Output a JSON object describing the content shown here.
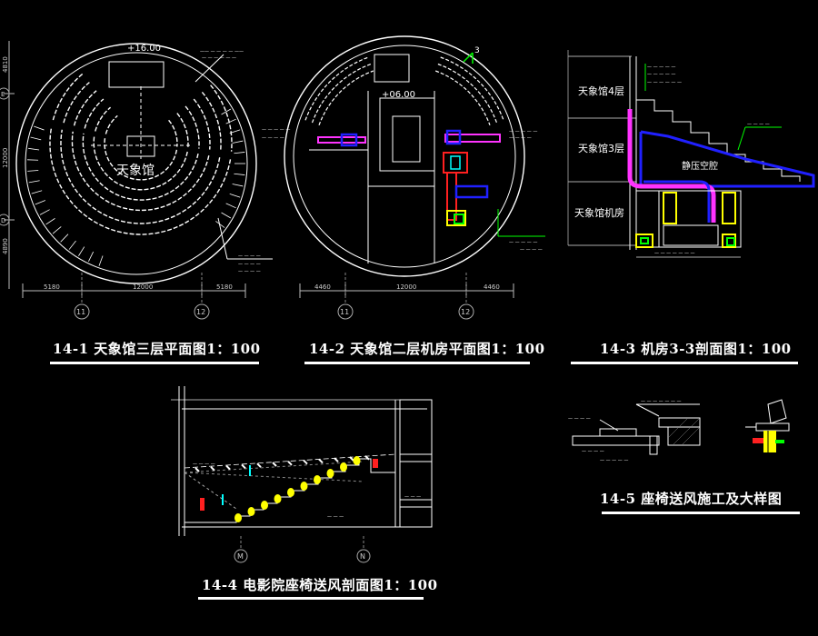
{
  "colors": {
    "background": "#000000",
    "line": "#ffffff",
    "grid": "#bfbfbf",
    "duct_magenta": "#ff33ff",
    "duct_blue": "#2020ff",
    "duct_yellow": "#ffff00",
    "duct_cyan": "#00ffff",
    "leader_green": "#00ff00",
    "red": "#ff2020"
  },
  "captions": {
    "fig1": "14-1 天象馆三层平面图1：100",
    "fig2": "14-2 天象馆二层机房平面图1：100",
    "fig3": "14-3 机房3-3剖面图1：100",
    "fig4": "14-4  电影院座椅送风剖面图1：100",
    "fig5": "14-5  座椅送风施工及大样图"
  },
  "plan1": {
    "elevation": "+16.00",
    "room_label": "天象馆",
    "dim_bottom": [
      "5180",
      "12000",
      "5180"
    ],
    "dim_left": [
      "4810",
      "12000",
      "4890"
    ],
    "axis_bottom": [
      "11",
      "12"
    ],
    "axis_left": [
      "E",
      "D"
    ]
  },
  "plan2": {
    "elevation": "+06.00",
    "section_mark": "3",
    "dim_bottom": [
      "4460",
      "12000",
      "4460"
    ],
    "axis_bottom": [
      "11",
      "12"
    ]
  },
  "section3": {
    "floor_labels": [
      "天象馆4层",
      "天象馆3层",
      "天象馆机房"
    ],
    "plenum_label": "静压空腔"
  }
}
